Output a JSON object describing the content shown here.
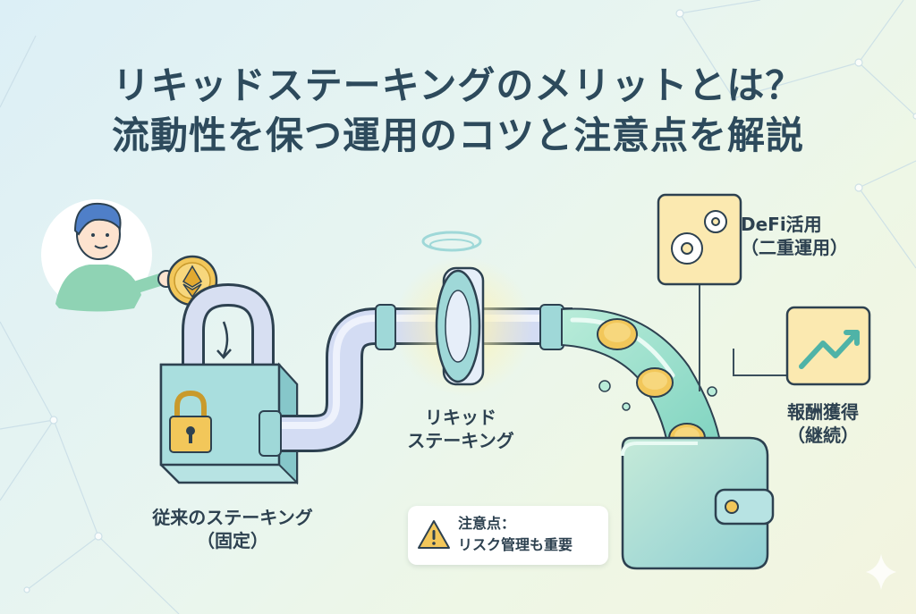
{
  "title": {
    "line1": "リキッドステーキングのメリットとは？",
    "line2": "流動性を保つ運用のコツと注意点を解説"
  },
  "labels": {
    "liquid_line1": "リキッド",
    "liquid_line2": "ステーキング",
    "traditional_line1": "従来のステーキング",
    "traditional_line2": "（固定）",
    "defi_line1": "DeFi活用",
    "defi_line2": "（二重運用）",
    "reward_line1": "報酬獲得",
    "reward_line2": "（継続）"
  },
  "caution": {
    "line1": "注意点：",
    "line2": "リスク管理も重要",
    "icon": "warning-triangle-icon"
  },
  "colors": {
    "title": "#2d4a5c",
    "pipe": "#c9d4f0",
    "lock_box": "#9fd8d8",
    "coin": "#f2c75a",
    "wallet": "#a7dcc8",
    "card": "#fbe9b0",
    "stream": "#9be0c8"
  }
}
